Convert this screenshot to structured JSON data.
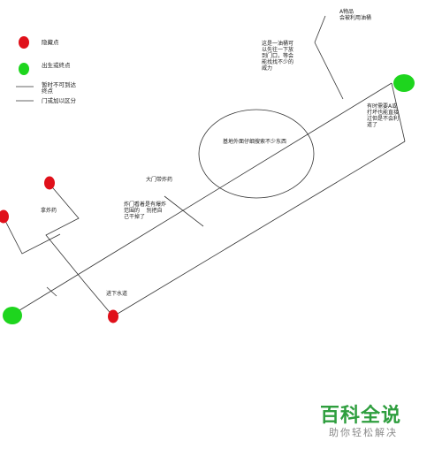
{
  "legend": {
    "hidden_point": "隐藏点",
    "spawn_point": "出生或终点",
    "impassable_line": "暂时不可到达\n终点",
    "door_divider": "门或加以区分"
  },
  "labels": {
    "a_item": "A物品\n会被利用油桶",
    "oil_drum_note": "这是一油桶可\n以先往一下放\n到门口，等会\n能找找不少的\n威力",
    "need_a_note": "有时需要A或\n打坏也能直接\n过但是不会利\n道了",
    "circle_note": "基地外面仔细搜索不少东西",
    "gate_explosive": "大门带炸药",
    "explosive_note": "炸门看着是有爆炸\n范围的    别把自\n己干掉了",
    "take_explosive": "拿炸药",
    "sewer": "进下水道"
  },
  "colors": {
    "hidden": "#e0101a",
    "spawn": "#1ed51e",
    "line": "#333333"
  },
  "watermark": {
    "title": "百科全说",
    "subtitle": "助你轻松解决"
  }
}
